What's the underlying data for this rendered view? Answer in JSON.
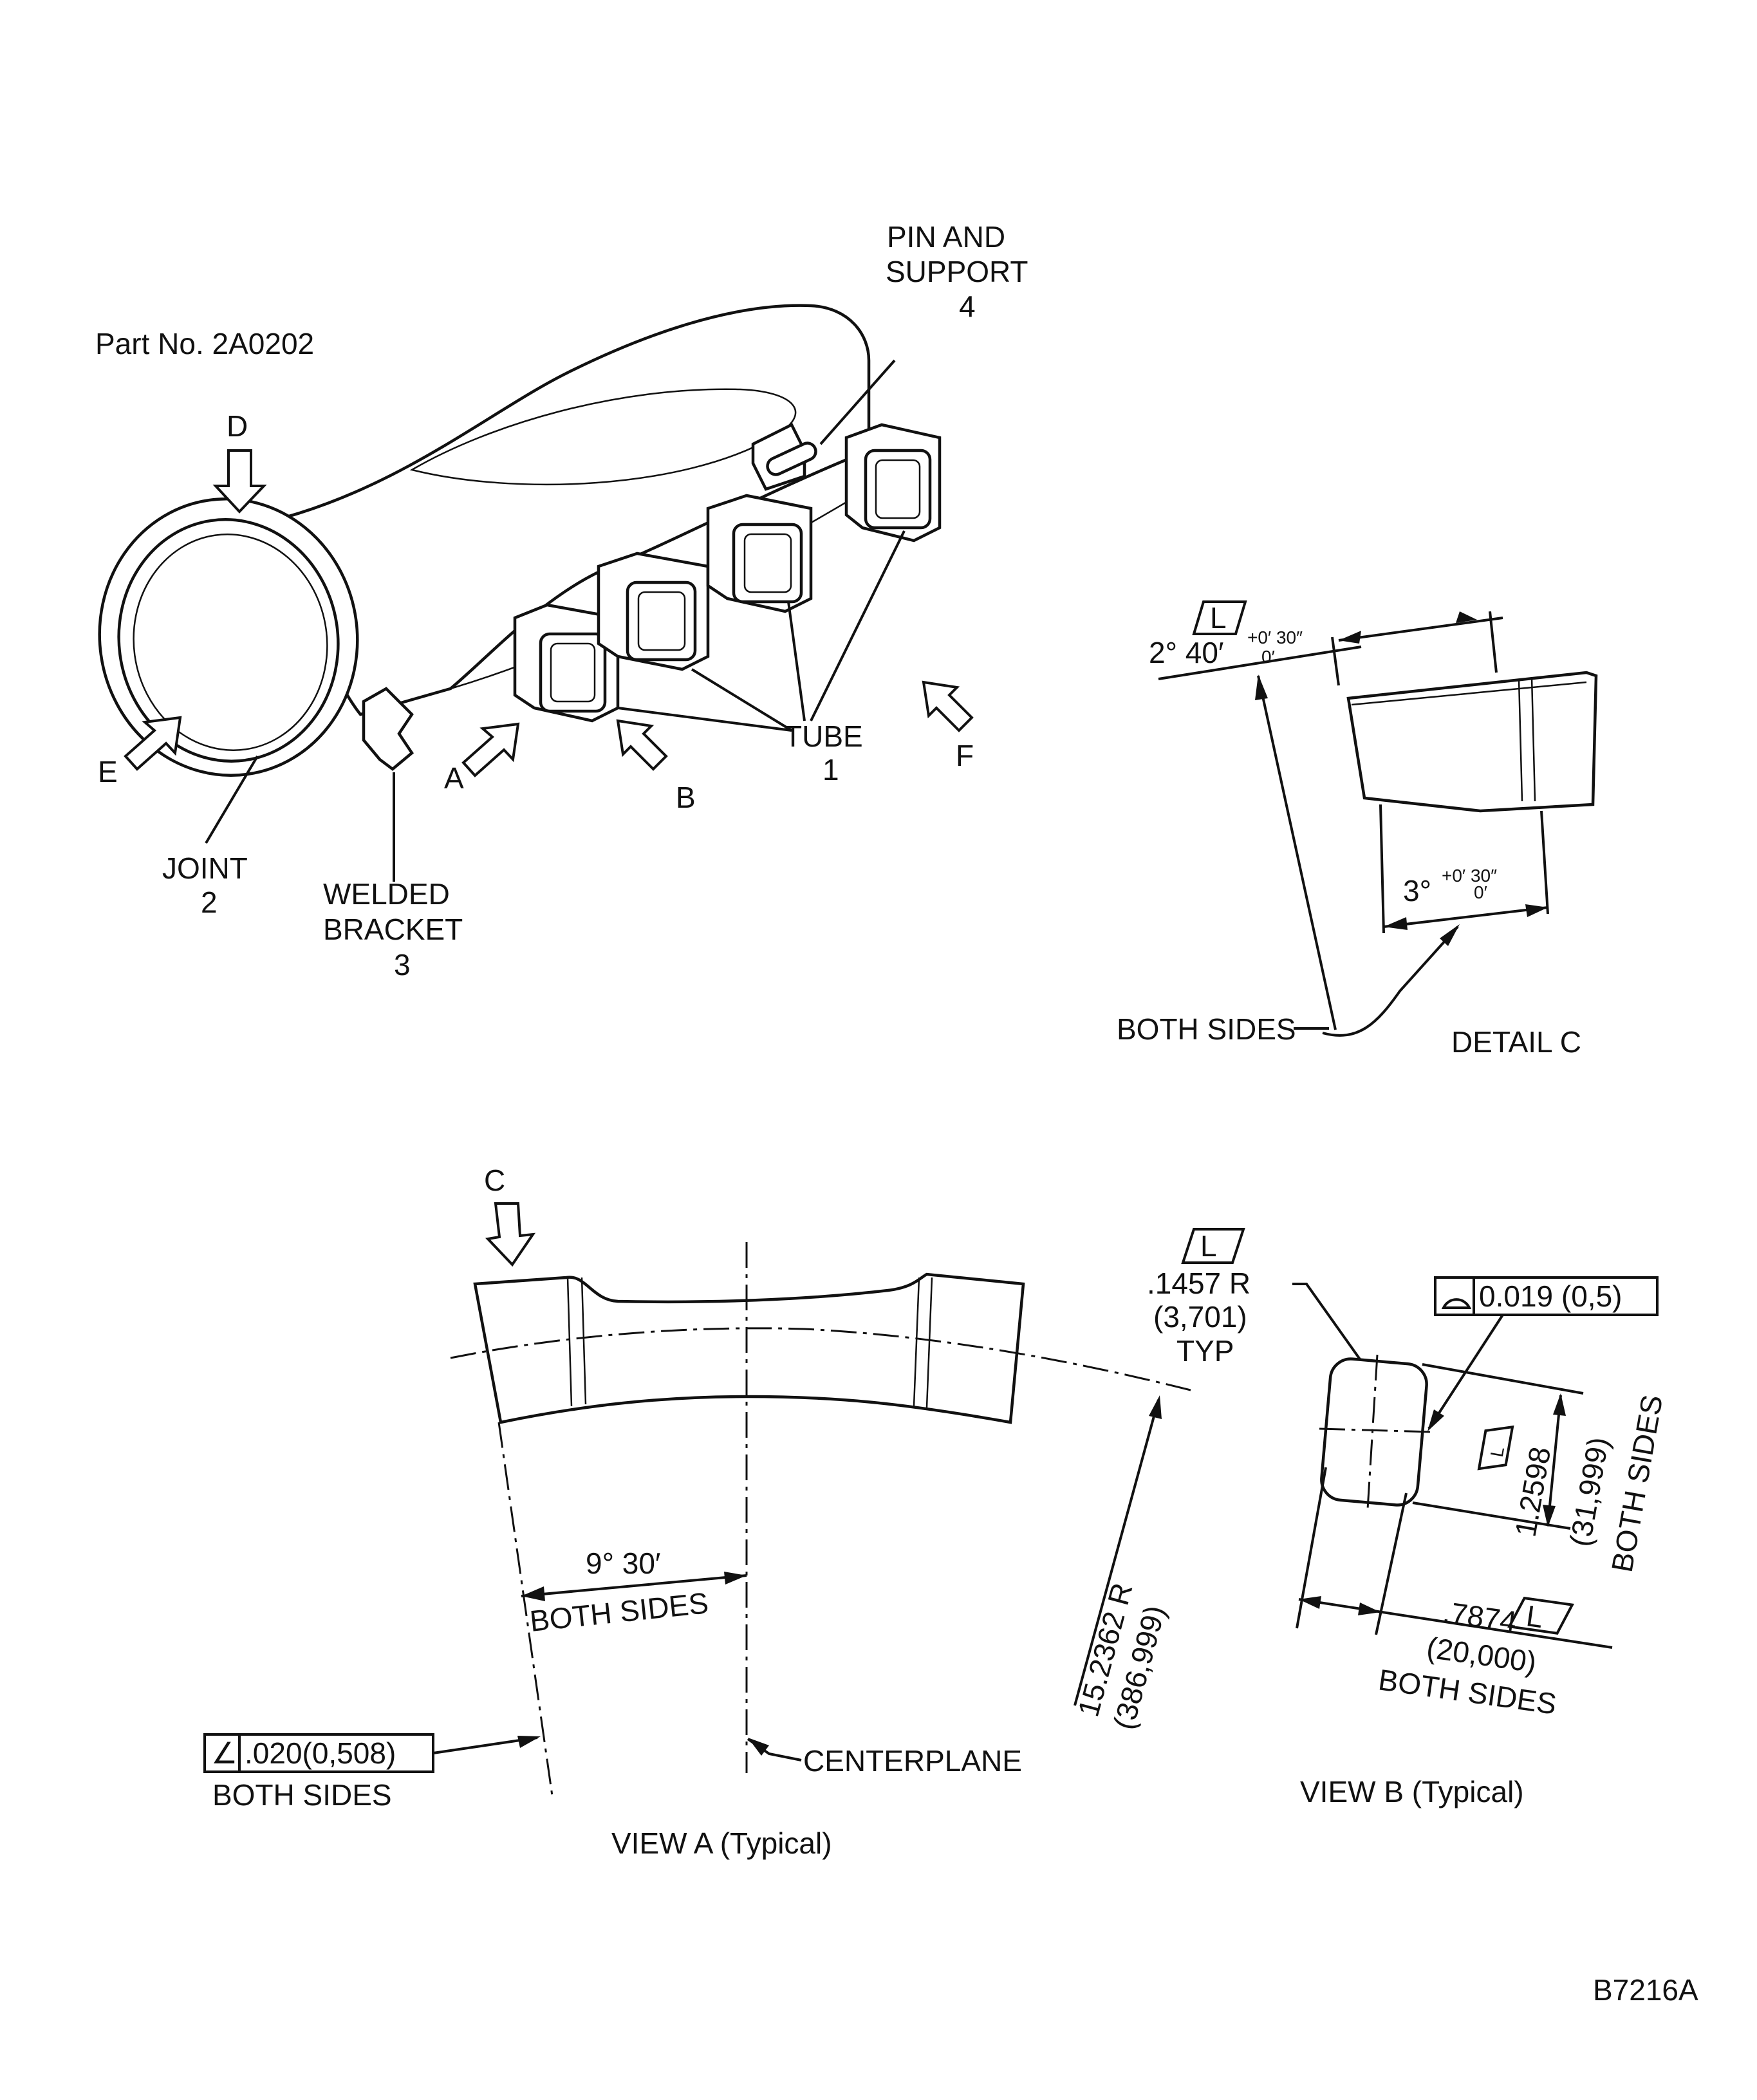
{
  "part_number": "Part No. 2A0202",
  "drawing_id": "B7216A",
  "callouts": {
    "pin_and_support": {
      "line1": "PIN AND",
      "line2": "SUPPORT",
      "num": "4"
    },
    "tube": {
      "name": "TUBE",
      "num": "1"
    },
    "joint": {
      "name": "JOINT",
      "num": "2"
    },
    "welded_bracket": {
      "line1": "WELDED",
      "line2": "BRACKET",
      "num": "3"
    }
  },
  "view_arrows": {
    "a": "A",
    "b": "B",
    "c": "C",
    "d": "D",
    "e": "E",
    "f": "F"
  },
  "detail_c": {
    "title": "DETAIL C",
    "datum": "L",
    "angle_main": "2° 40′",
    "angle_main_tol_plus": "+0′ 30″",
    "angle_main_tol_minus": "0′",
    "angle_lower": "3°",
    "angle_lower_tol_plus": "+0′ 30″",
    "angle_lower_tol_minus": "0′",
    "both_sides": "BOTH SIDES"
  },
  "view_a": {
    "title": "VIEW A (Typical)",
    "angle": "9° 30′",
    "angle_note": "BOTH SIDES",
    "radius": "15.2362 R",
    "radius_metric": "(386,999)",
    "centerplane": "CENTERPLANE",
    "tolerance_symbol": "∠",
    "tolerance_value": ".020(0,508)",
    "tolerance_note": "BOTH SIDES"
  },
  "view_b": {
    "title": "VIEW B (Typical)",
    "datum": "L",
    "corner_radius": ".1457 R",
    "corner_radius_metric": "(3,701)",
    "corner_note": "TYP",
    "profile_symbol": "◠",
    "profile_value": "0.019 (0,5)",
    "height": "1.2598",
    "height_metric": "(31,999)",
    "height_note": "BOTH SIDES",
    "width": ".7874",
    "width_metric": "(20,000)",
    "width_note": "BOTH SIDES"
  }
}
